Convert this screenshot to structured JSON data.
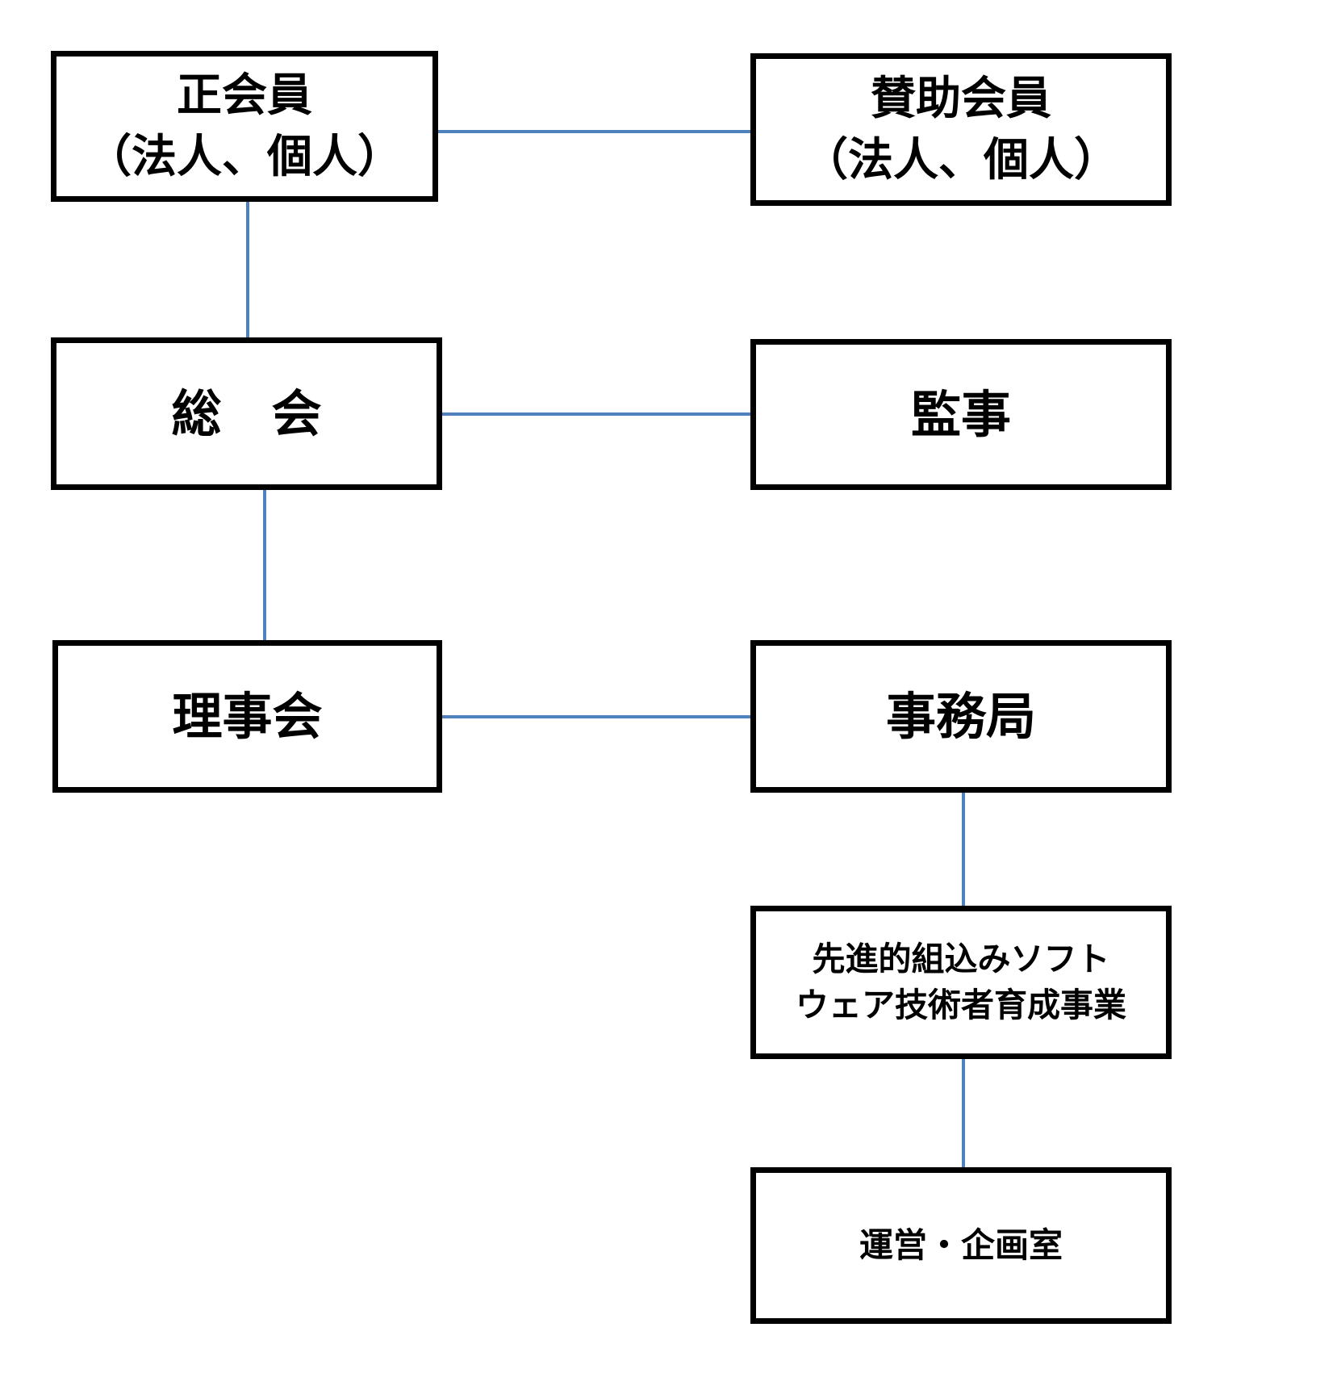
{
  "diagram": {
    "type": "organization-chart",
    "background": "#ffffff",
    "nodes": {
      "regular_members": {
        "line1": "正会員",
        "line2": "（法人、個人）"
      },
      "supporting_members": {
        "line1": "賛助会員",
        "line2": "（法人、個人）"
      },
      "general_assembly": {
        "label": "総　会"
      },
      "auditor": {
        "label": "監事"
      },
      "board_of_directors": {
        "label": "理事会"
      },
      "secretariat": {
        "label": "事務局"
      },
      "training_program": {
        "line1": "先進的組込みソフト",
        "line2": "ウェア技術者育成事業"
      },
      "operations_planning_office": {
        "label": "運営・企画室"
      }
    },
    "edges": [
      {
        "from": "regular_members",
        "to": "supporting_members"
      },
      {
        "from": "regular_members",
        "to": "general_assembly"
      },
      {
        "from": "general_assembly",
        "to": "auditor"
      },
      {
        "from": "general_assembly",
        "to": "board_of_directors"
      },
      {
        "from": "board_of_directors",
        "to": "secretariat"
      },
      {
        "from": "secretariat",
        "to": "training_program"
      },
      {
        "from": "training_program",
        "to": "operations_planning_office"
      }
    ],
    "colors": {
      "connector": "#4f81bd",
      "box_border": "#000000",
      "box_fill": "#ffffff",
      "text": "#000000"
    }
  }
}
